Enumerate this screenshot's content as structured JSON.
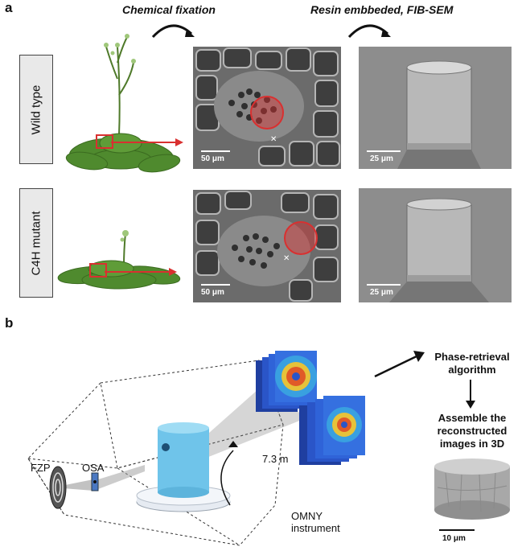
{
  "panel_a": {
    "letter": "a",
    "step1_title": "Chemical fixation",
    "step2_title": "Resin embbeded, FIB-SEM",
    "rows": [
      {
        "label": "Wild type",
        "sem_scale": "50 μm",
        "pillar_scale": "25 μm"
      },
      {
        "label": "C4H mutant",
        "sem_scale": "50 μm",
        "pillar_scale": "25 μm"
      }
    ]
  },
  "panel_b": {
    "letter": "b",
    "fzp_label": "FZP",
    "osa_label": "OSA",
    "distance_label": "7.3 m",
    "instrument_label": "OMNY\ninstrument",
    "step_phase": "Phase-retrieval\nalgorithm",
    "step_assemble": "Assemble the\nreconstructed\nimages in 3D",
    "volume_scale": "10 μm"
  },
  "colors": {
    "highlight_red": "#d93030",
    "sample_blue": "#6fc4ea",
    "leaf_green": "#4f8a2e",
    "sem_gray": "#5a5a5a"
  }
}
